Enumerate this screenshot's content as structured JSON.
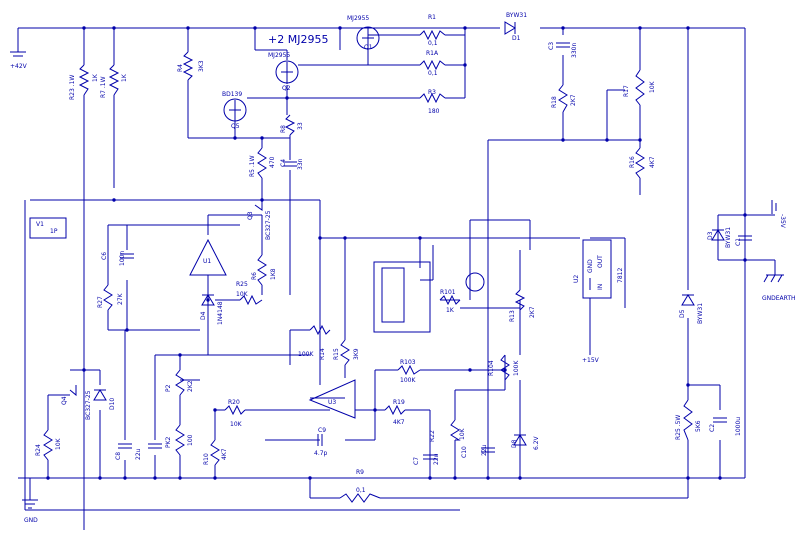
{
  "diagram": {
    "heading": "+2 MJ2955",
    "rails": {
      "pos": "+42V",
      "neg": "-35V",
      "gnd": "GND",
      "gnd_earth": "GNDEARTH",
      "plus15": "+15V"
    },
    "parts": {
      "r23": "R23 .1W",
      "r23v": "1K",
      "r7w": "R7 .1W",
      "r7wv": "1K",
      "r4": "R4",
      "r4v": "3K3",
      "q2": "MJ2955",
      "q1": "MJ2955",
      "q1n": "Q1",
      "q2n": "Q2",
      "r1": "R1",
      "r1v": "0,1",
      "r1a": "R1A",
      "r1av": "0,1",
      "r3": "R3",
      "r3v": "180",
      "d1": "BYW31",
      "d1n": "D1",
      "c3": "C3",
      "c3v": "330n",
      "r18": "R18",
      "r18v": "2K7",
      "r17": "R17",
      "r17v": "10K",
      "r16": "R16",
      "r16v": "4K7",
      "q5": "BD139",
      "q5n": "Q5",
      "r8": "R8",
      "r8v": "33",
      "c4": "C4",
      "c4v": "33n",
      "r5": "R5 .1W",
      "r5v": "470",
      "q3": "Q3",
      "q3v": "BC327-25",
      "v1": "V1",
      "v1v": "1P",
      "d3": "D3",
      "d3v": "BYW31",
      "c1": "C1",
      "ic1": "U1",
      "c6": "C6",
      "c6v": "100n",
      "r27": "R27",
      "r27v": "27K",
      "r25x": "R25",
      "r25xv": "10K",
      "d4": "D4",
      "d4v": "1N4148",
      "r6": "R6",
      "r6v": "1K8",
      "u2": "U2",
      "gnd_pin": "GND",
      "out_pin": "OUT",
      "in_pin": "IN",
      "u2v": "7812",
      "r101": "R101",
      "r101v": "1K",
      "d5": "D5",
      "d5v": "BYW31",
      "r13": "R13",
      "r13v": "2K7",
      "q4": "Q4",
      "q4v": "BC327-25",
      "d10": "D10",
      "r24": "R24",
      "r24v": "10K",
      "p2": "P2",
      "p2v": "2K2",
      "pk2": "PK2",
      "pk2v": "100",
      "r14": "R14",
      "r14v": "100K",
      "r15": "R15",
      "r15v": "3K9",
      "r103": "R103",
      "r103v": "100K",
      "r104": "R104",
      "r104v": "100K",
      "u3": "U3",
      "r20": "R20",
      "r20v": "10K",
      "r10": "R10",
      "r10v": "4K7",
      "c8": "C8",
      "c8v": "22u",
      "c9": "C9",
      "c9v": "4.7p",
      "r19": "R19",
      "r19v": "4K7",
      "r22": "R22",
      "r22v": "10K",
      "c7": "C7",
      "c7v": "22u",
      "c10": "C10",
      "c10v": "22u",
      "d8": "D8",
      "d8v": "6.2V",
      "r9": "R9",
      "r9v": "0,1",
      "r25": "R25 .5W",
      "r25v": "5K6",
      "c2": "C2",
      "c2v": "1000u"
    }
  }
}
